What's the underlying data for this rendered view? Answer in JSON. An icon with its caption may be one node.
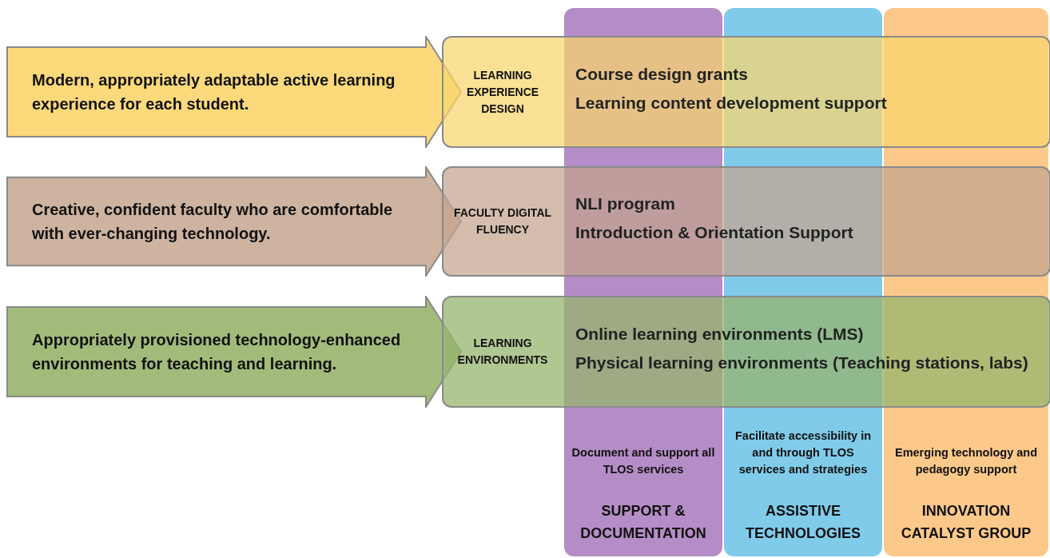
{
  "diagram": {
    "nodes": [
      {
        "text": [
          "Modern, appropriately adaptable active learning experience for each student."
        ]
      },
      {
        "text": [
          "LEARNING EXPERIENCE DESIGN",
          "Course design grants",
          "Learning content development support"
        ]
      },
      {
        "text": [
          "Creative, confident faculty who are comfortable with ever-changing technology."
        ]
      },
      {
        "text": [
          "FACULTY DIGITAL FLUENCY",
          "NLI program",
          "Introduction & Orientation Support"
        ]
      },
      {
        "text": [
          "Appropriately provisioned technology-enhanced environments for teaching and learning."
        ]
      },
      {
        "text": [
          "LEARNING ENVIRONMENTS",
          "Online learning environments (LMS)",
          "Physical learning environments (Teaching stations, labs)"
        ]
      },
      {
        "text": [
          "Document and support all TLOS services",
          "SUPPORT & DOCUMENTATION"
        ]
      },
      {
        "text": [
          "Facilitate accessibility in and through TLOS services and strategies",
          "ASSISTIVE TECHNOLOGIES"
        ]
      },
      {
        "text": [
          "Emerging technology and pedagogy support",
          "INNOVATION CATALYST GROUP"
        ]
      }
    ],
    "edges": []
  }
}
